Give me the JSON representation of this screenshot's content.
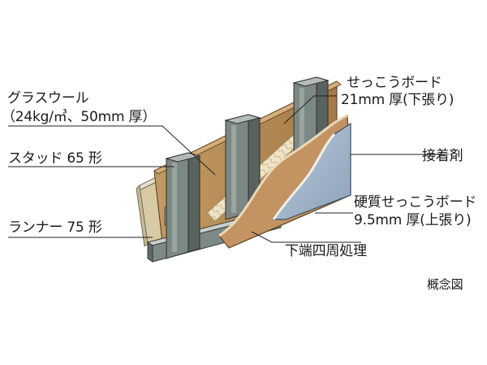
{
  "labels": {
    "glass_wool_1": "グラスウール",
    "glass_wool_2": "（24kg/㎥、50mm 厚）",
    "stud": "スタッド 65 形",
    "runner": "ランナー 75 形",
    "gypsum_under_1": "せっこうボード",
    "gypsum_under_2": "21mm 厚(下張り)",
    "adhesive": "接着剤",
    "gypsum_top_1": "硬質せっこうボード",
    "gypsum_top_2": "9.5mm 厚(上張り)",
    "edge_treatment": "下端四周処理",
    "concept": "概念図"
  },
  "colors": {
    "stud_metal": "#6f7b76",
    "stud_metal_light": "#9aa6a1",
    "wood_panel": "#b08654",
    "wood_panel_dark": "#8a6338",
    "plaster_board": "#cfc3a6",
    "gypsum_top": "#9fb3c8",
    "glass_wool": "#e9dcc0",
    "leader_line": "#222222"
  }
}
